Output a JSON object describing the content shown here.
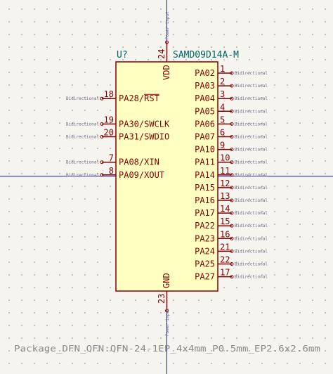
{
  "symbol": {
    "reference": "U?",
    "value": "SAMD09D14A-M",
    "footprint": "Package_DFN_QFN:QFN-24-1EP_4x4mm_P0.5mm_EP2.6x2.6mm"
  },
  "colors": {
    "body_fill": "#ffffc2",
    "body_stroke": "#840000",
    "pin_color": "#840000",
    "text_color": "#006464",
    "crosshair": "#1a1ab0"
  },
  "top_pin": {
    "name": "VDD",
    "number": "24",
    "type": "Power input"
  },
  "bottom_pin": {
    "name": "GND",
    "number": "23",
    "type": "Power input"
  },
  "left_pins": [
    {
      "name": "PA28/RST",
      "overbar": "RST",
      "number": "18",
      "type": "Bidirectional",
      "row": 2
    },
    {
      "name": "PA30/SWCLK",
      "number": "19",
      "type": "Bidirectional",
      "row": 4
    },
    {
      "name": "PA31/SWDIO",
      "number": "20",
      "type": "Bidirectional",
      "row": 5
    },
    {
      "name": "PA08/XIN",
      "number": "7",
      "type": "Bidirectional",
      "row": 7
    },
    {
      "name": "PA09/XOUT",
      "number": "8",
      "type": "Bidirectional",
      "row": 8
    }
  ],
  "right_pins": [
    {
      "name": "PA02",
      "number": "1",
      "type": "Bidirectional"
    },
    {
      "name": "PA03",
      "number": "2",
      "type": "Bidirectional"
    },
    {
      "name": "PA04",
      "number": "3",
      "type": "Bidirectional"
    },
    {
      "name": "PA05",
      "number": "4",
      "type": "Bidirectional"
    },
    {
      "name": "PA06",
      "number": "5",
      "type": "Bidirectional"
    },
    {
      "name": "PA07",
      "number": "6",
      "type": "Bidirectional"
    },
    {
      "name": "PA10",
      "number": "9",
      "type": "Bidirectional"
    },
    {
      "name": "PA11",
      "number": "10",
      "type": "Bidirectional"
    },
    {
      "name": "PA14",
      "number": "11",
      "type": "Bidirectional"
    },
    {
      "name": "PA15",
      "number": "12",
      "type": "Bidirectional"
    },
    {
      "name": "PA16",
      "number": "13",
      "type": "Bidirectional"
    },
    {
      "name": "PA17",
      "number": "14",
      "type": "Bidirectional"
    },
    {
      "name": "PA22",
      "number": "15",
      "type": "Bidirectional"
    },
    {
      "name": "PA23",
      "number": "16",
      "type": "Bidirectional"
    },
    {
      "name": "PA24",
      "number": "21",
      "type": "Bidirectional"
    },
    {
      "name": "PA25",
      "number": "22",
      "type": "Bidirectional"
    },
    {
      "name": "PA27",
      "number": "17",
      "type": "Bidirectional"
    }
  ]
}
